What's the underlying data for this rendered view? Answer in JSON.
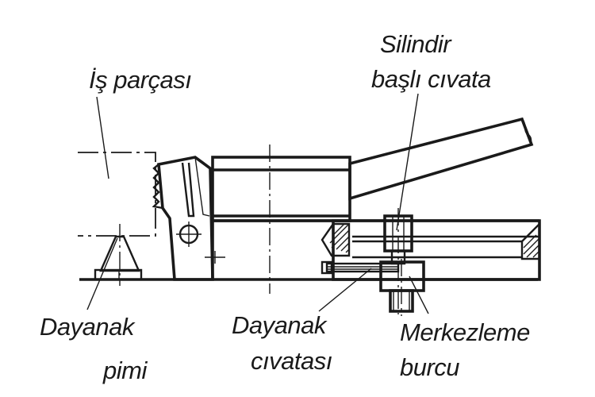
{
  "labels": {
    "workpiece": "İş parçası",
    "socket_bolt_line1": "Silindir",
    "socket_bolt_line2": "başlı cıvata",
    "stop_pin_line1": "Dayanak",
    "stop_pin_line2": "pimi",
    "stop_bolt_line1": "Dayanak",
    "stop_bolt_line2": "cıvatası",
    "centering_bush_line1": "Merkezleme",
    "centering_bush_line2": "burcu"
  },
  "colors": {
    "ink": "#1a1a1a",
    "background": "#ffffff"
  }
}
